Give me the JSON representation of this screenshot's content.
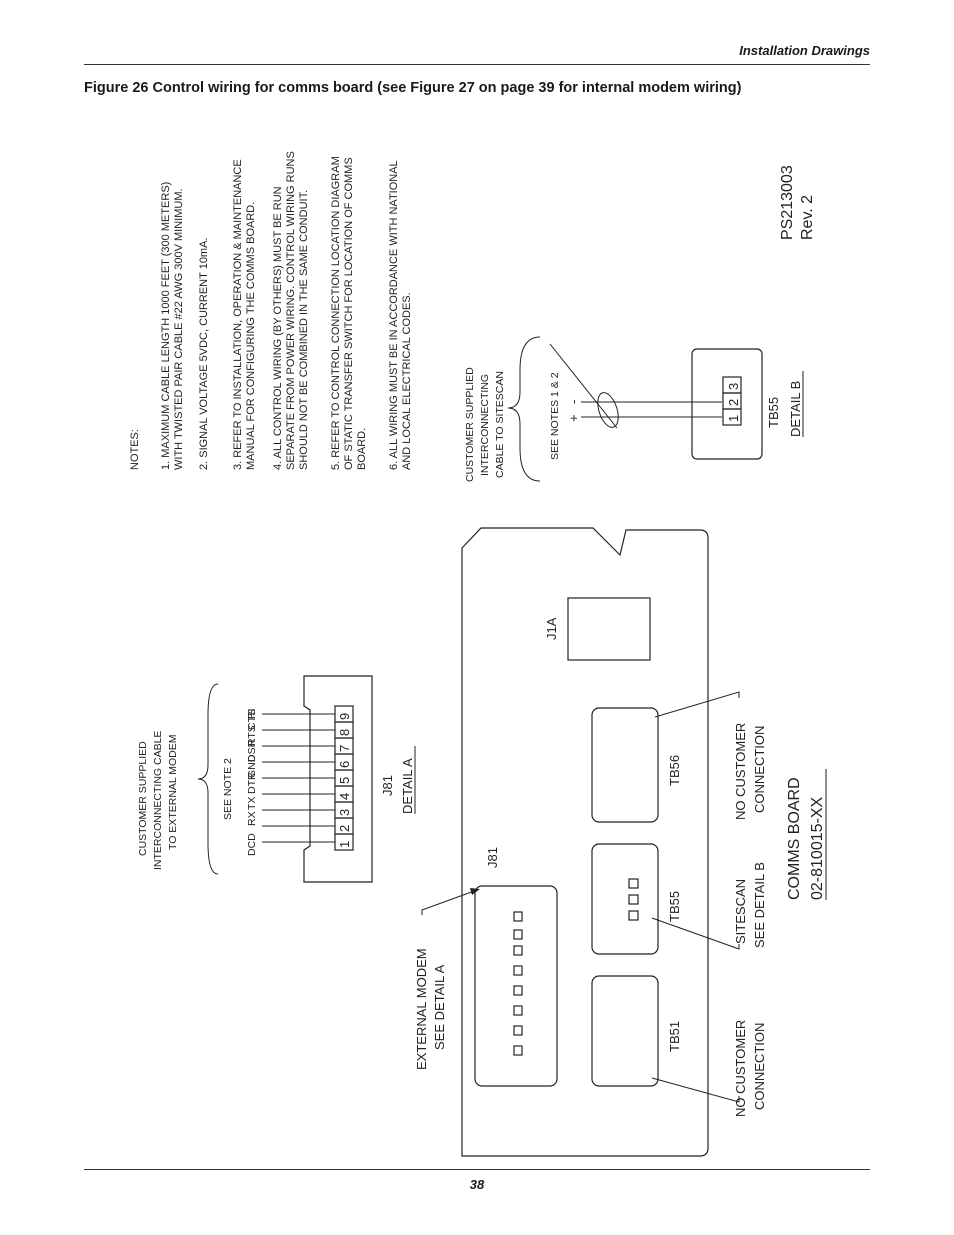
{
  "header": {
    "section": "Installation Drawings"
  },
  "figure": {
    "caption": "Figure 26  Control wiring for comms board (see Figure 27 on page 39 for internal modem wiring)"
  },
  "notes": {
    "title": "NOTES:",
    "n1a": "1. MAXIMUM CABLE LENGTH 1000 FEET (300 METERS)",
    "n1b": "WITH TWISTED PAIR CABLE #22 AWG 300V MINIMUM.",
    "n2": "2. SIGNAL VOLTAGE 5VDC, CURRENT 10mA.",
    "n3a": "3. REFER TO INSTALLATION, OPERATION & MAINTENANCE",
    "n3b": "MANUAL FOR CONFIGURING THE COMMS BOARD.",
    "n4a": "4. ALL CONTROL WIRING (BY OTHERS) MUST BE RUN",
    "n4b": "SEPARATE FROM POWER WIRING. CONTROL WIRING RUNS",
    "n4c": "SHOULD NOT BE COMBINED IN THE SAME CONDUIT.",
    "n5a": "5. REFER TO CONTROL CONNECTION LOCATION DIAGRAM",
    "n5b": "OF STATIC TRANSFER SWITCH FOR LOCATION OF COMMS",
    "n5c": "BOARD.",
    "n6a": "6. ALL WIRING MUST BE IN ACCORDANCE WITH NATIONAL",
    "n6b": "AND LOCAL ELECTRICAL CODES."
  },
  "drawing_no": {
    "number": "PS213003",
    "rev": "Rev. 2"
  },
  "detail_b": {
    "cable1": "CUSTOMER SUPPLIED",
    "cable2": "INTERCONNECTING",
    "cable3": "CABLE TO SITESCAN",
    "see_notes": "SEE NOTES 1 & 2",
    "minus": "-",
    "plus": "+",
    "terminal": "TB55",
    "title": "DETAIL B",
    "pins": [
      "1",
      "2",
      "3"
    ]
  },
  "detail_a": {
    "cable1": "CUSTOMER SUPPLIED",
    "cable2": "INTERCONNECTING CABLE",
    "cable3": "TO EXTERNAL MODEM",
    "see_note": "SEE NOTE 2",
    "connector": "J81",
    "title": "DETAIL A",
    "signals": [
      "DCD",
      "RX",
      "TX",
      "DTR",
      "GND",
      "DSR",
      "RTS",
      "CTS",
      "RI"
    ],
    "pins": [
      "1",
      "2",
      "3",
      "4",
      "5",
      "6",
      "7",
      "8",
      "9"
    ]
  },
  "board": {
    "j1a": "J1A",
    "j81": "J81",
    "tb51": "TB51",
    "tb55": "TB55",
    "tb56": "TB56",
    "ext_modem1": "EXTERNAL MODEM",
    "ext_modem2": "SEE DETAIL A",
    "sitescan1": "SITESCAN",
    "sitescan2": "SEE DETAIL B",
    "nocc1_a": "NO CUSTOMER",
    "nocc1_b": "CONNECTION",
    "nocc2_a": "NO CUSTOMER",
    "nocc2_b": "CONNECTION",
    "title": "COMMS BOARD",
    "part": "02-810015-XX"
  },
  "footer": {
    "page": "38"
  }
}
